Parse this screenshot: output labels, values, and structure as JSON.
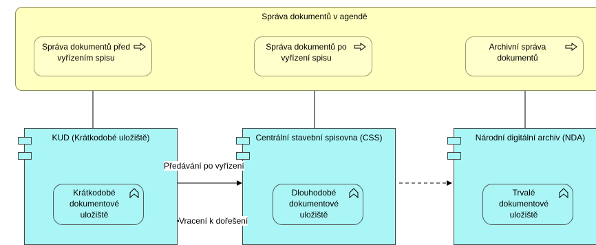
{
  "group": {
    "title": "Správa dokumentů v agendě"
  },
  "processes": [
    {
      "label": "Správa dokumentů před vyřízením spisu"
    },
    {
      "label": "Správa dokumentů po vyřízení spisu"
    },
    {
      "label": "Archivní správa dokumentů"
    }
  ],
  "nodes": [
    {
      "title": "KUD (Krátkodobé uložiště)",
      "service": "Krátkodobé dokumentové uložiště"
    },
    {
      "title": "Centrální stavební spisovna (CSS)",
      "service": "Dlouhodobé dokumentové uložiště"
    },
    {
      "title": "Národní digitální archiv (NDA)",
      "service": "Trvalé dokumentové uložiště"
    }
  ],
  "flows": {
    "forward_label": "Předávání po vyřízení",
    "back_label": "Vracení k dořešení"
  },
  "icons": {
    "process": "process-arrow-icon",
    "service": "service-icon",
    "node": "component-icon"
  }
}
